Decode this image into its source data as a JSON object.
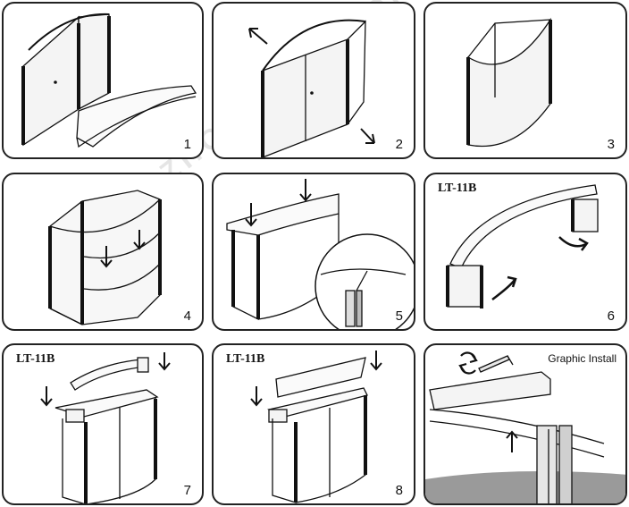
{
  "steps": [
    {
      "number": "1"
    },
    {
      "number": "2"
    },
    {
      "number": "3"
    },
    {
      "number": "4"
    },
    {
      "number": "5"
    },
    {
      "number": "6",
      "model": "LT-11B"
    },
    {
      "number": "7",
      "model": "LT-11B"
    },
    {
      "number": "8",
      "model": "LT-11B"
    },
    {
      "title": "Graphic Install"
    }
  ],
  "watermark": "ZHENGZHOU LINTEL DISPLAY",
  "colors": {
    "line": "#111111",
    "frame": "#1a1a1a",
    "panel_fill": "#f4f4f4",
    "floor": "#9a9a9a"
  }
}
